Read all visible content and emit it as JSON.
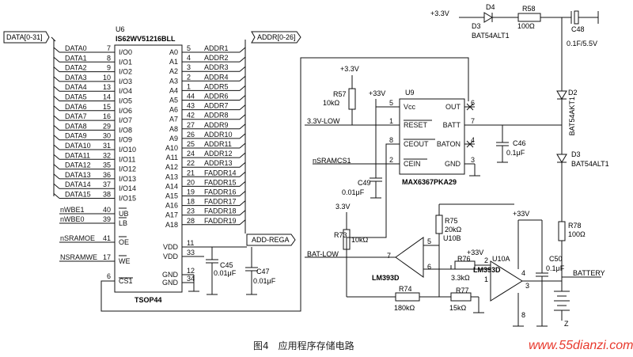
{
  "ic": {
    "u6": {
      "designator": "U6",
      "part": "IS62WV51216BLL",
      "package": "TSOP44"
    },
    "u9": {
      "designator": "U9",
      "part": "MAX6367PKA29"
    },
    "u10b": {
      "designator": "U10B",
      "part": "LM393D"
    },
    "u10a": {
      "designator": "U10A",
      "part": "LM393D"
    }
  },
  "bus": {
    "data": "DATA[0-31]",
    "addr": "ADDR[0-26]",
    "addr_rega": "ADD-REGA"
  },
  "sram": {
    "data_nets": [
      "DATA0",
      "DATA1",
      "DATA2",
      "DATA3",
      "DATA4",
      "DATA5",
      "DATA6",
      "DATA7",
      "DATA8",
      "DATA9",
      "DATA10",
      "DATA11",
      "DATA12",
      "DATA13",
      "DATA14",
      "DATA15"
    ],
    "data_pinnums": [
      "7",
      "8",
      "9",
      "10",
      "13",
      "14",
      "15",
      "16",
      "29",
      "30",
      "31",
      "32",
      "35",
      "36",
      "37",
      "38"
    ],
    "io_pins": [
      "I/O0",
      "I/O1",
      "I/O2",
      "I/O3",
      "I/O4",
      "I/O5",
      "I/O6",
      "I/O7",
      "I/O8",
      "I/O9",
      "I/O10",
      "I/O11",
      "I/O12",
      "I/O13",
      "I/O14",
      "I/O15"
    ],
    "addr_pins": [
      "A0",
      "A1",
      "A2",
      "A3",
      "A4",
      "A5",
      "A6",
      "A7",
      "A8",
      "A9",
      "A10",
      "A11",
      "A12",
      "A13",
      "A14",
      "A15",
      "A16",
      "A17",
      "A18"
    ],
    "addr_pinnums": [
      "5",
      "4",
      "3",
      "2",
      "1",
      "44",
      "43",
      "42",
      "27",
      "26",
      "25",
      "24",
      "22",
      "21",
      "20",
      "19",
      "18",
      "23",
      "28"
    ],
    "addr_nets": [
      "ADDR1",
      "ADDR2",
      "ADDR3",
      "ADDR4",
      "ADDR5",
      "ADDR6",
      "ADDR7",
      "ADDR8",
      "ADDR9",
      "ADDR10",
      "ADDR11",
      "ADDR12",
      "ADDR13",
      "FADDR14",
      "FADDR15",
      "FADDR16",
      "FADDR17",
      "FADDR18",
      "FADDR19"
    ],
    "ctrl_nets": [
      "nWBE1",
      "nWBE0",
      "nSRAMOE",
      "NSRAMWE"
    ],
    "ctrl_pins": [
      "UB",
      "LB",
      "OE",
      "WE"
    ],
    "ctrl_pinnums": [
      "40",
      "39",
      "41",
      "17"
    ],
    "cs_pin": "CS1",
    "cs_pinnum": "6",
    "power_pins": [
      "VDD",
      "VDD",
      "GND",
      "GND"
    ],
    "power_pinnums": [
      "11",
      "33",
      "12",
      "34"
    ]
  },
  "max": {
    "pins": [
      "Vcc",
      "RESET",
      "CEOUT",
      "CEIN",
      "OUT",
      "BATT",
      "BATON",
      "GND"
    ],
    "pinnums": [
      "5",
      "1",
      "8",
      "2",
      "6",
      "7",
      "4",
      "3"
    ],
    "nets": [
      "3.3V-LOW",
      "nSRAMCS1"
    ]
  },
  "parts": {
    "c45": {
      "ref": "C45",
      "value": "0.01μF"
    },
    "c47": {
      "ref": "C47",
      "value": "0.01μF"
    },
    "c49": {
      "ref": "C49",
      "value": "0.01μF"
    },
    "c46": {
      "ref": "C46",
      "value": "0.1μF"
    },
    "c48": {
      "ref": "C48",
      "value": "0.1F/5.5V"
    },
    "c50": {
      "ref": "C50",
      "value": "0.1μF"
    },
    "r57": {
      "ref": "R57",
      "value": "10kΩ"
    },
    "r58": {
      "ref": "R58",
      "value": "100Ω"
    },
    "r73": {
      "ref": "R73",
      "value": "10kΩ"
    },
    "r74": {
      "ref": "R74",
      "value": "180kΩ"
    },
    "r75": {
      "ref": "R75",
      "value": "20kΩ"
    },
    "r76": {
      "ref": "R76",
      "value": "3.3kΩ"
    },
    "r77": {
      "ref": "R77",
      "value": "15kΩ"
    },
    "r78": {
      "ref": "R78",
      "value": "100Ω"
    },
    "d2": {
      "ref": "D2",
      "value": "BAT54AKT1"
    },
    "d3": {
      "ref": "D3",
      "value": "BAT54ALT1"
    },
    "d3b": {
      "ref": "D3",
      "value": "BAT54ALT1"
    },
    "d4": {
      "ref": "D4"
    }
  },
  "supply": {
    "v33": "+3.3V",
    "v33b": "+33V",
    "v33c": "3.3V",
    "v33d": "+33V",
    "v33e": "+33V",
    "v33f": "+3.3V"
  },
  "nets": {
    "bat_low": "BAT-LOW",
    "battery": "BATTERY",
    "z": "Z"
  },
  "op_pins": {
    "p7": "7",
    "p6": "6",
    "p5": "5",
    "p1": "1",
    "p2": "2",
    "p3": "3",
    "p4": "4",
    "p8": "8"
  },
  "caption": "图4　应用程序存储电路",
  "watermark": "www.55dianzi.com"
}
